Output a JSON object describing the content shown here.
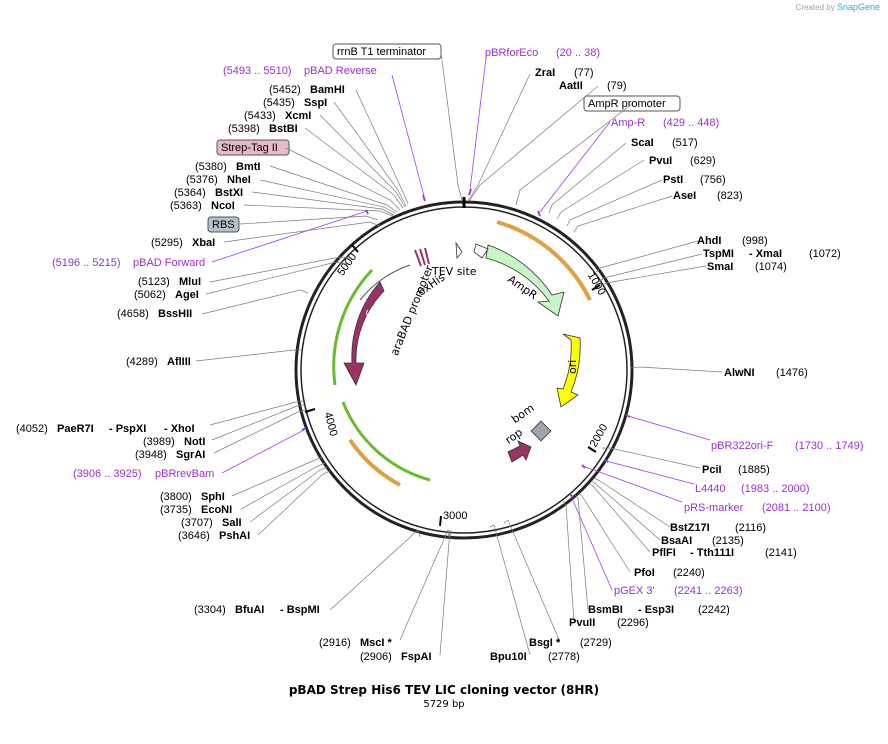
{
  "credit": {
    "prefix": "Created by",
    "brand": "SnapGene"
  },
  "map": {
    "name": "pBAD Strep His6 TEV LIC cloning vector (8HR)",
    "length": "5729 bp"
  },
  "ticks": [
    "1000",
    "2000",
    "3000",
    "4000",
    "5000"
  ],
  "boxed_features": [
    {
      "label": "rrnB T1 terminator",
      "style": "white"
    },
    {
      "label": "AmpR promoter",
      "style": "white"
    },
    {
      "label": "Strep-Tag II",
      "style": "pink"
    },
    {
      "label": "RBS",
      "style": "gray"
    }
  ],
  "primers": [
    {
      "name": "pBRforEco",
      "range": "(20 .. 38)"
    },
    {
      "name": "Amp-R",
      "range": "(429 .. 448)"
    },
    {
      "name": "pBAD Reverse",
      "range": "(5493 .. 5510)"
    },
    {
      "name": "pBAD Forward",
      "range": "(5196 .. 5215)"
    },
    {
      "name": "pBRrevBam",
      "range": "(3906 .. 3925)"
    },
    {
      "name": "pBR322ori-F",
      "range": "(1730 .. 1749)"
    },
    {
      "name": "L4440",
      "range": "(1983 .. 2000)"
    },
    {
      "name": "pRS-marker",
      "range": "(2081 .. 2100)"
    },
    {
      "name": "pGEX 3'",
      "range": "(2241 .. 2263)"
    }
  ],
  "enzymes_right": [
    {
      "name": "ZraI",
      "pos": "(77)"
    },
    {
      "name": "AatII",
      "pos": "(79)"
    },
    {
      "name": "ScaI",
      "pos": "(517)"
    },
    {
      "name": "PvuI",
      "pos": "(629)"
    },
    {
      "name": "PstI",
      "pos": "(756)"
    },
    {
      "name": "AseI",
      "pos": "(823)"
    },
    {
      "name": "AhdI",
      "pos": "(998)"
    },
    {
      "name": "TspMI",
      "alt": "- XmaI",
      "pos": "(1072)"
    },
    {
      "name": "SmaI",
      "pos": "(1074)"
    },
    {
      "name": "AlwNI",
      "pos": "(1476)"
    },
    {
      "name": "PciI",
      "pos": "(1885)"
    },
    {
      "name": "BstZ17I",
      "pos": "(2116)"
    },
    {
      "name": "BsaAI",
      "pos": "(2135)"
    },
    {
      "name": "PflFI",
      "alt": "- Tth111I",
      "pos": "(2141)"
    },
    {
      "name": "PfoI",
      "pos": "(2240)"
    },
    {
      "name": "BsmBI",
      "alt": "- Esp3I",
      "pos": "(2242)"
    },
    {
      "name": "PvuII",
      "pos": "(2296)"
    },
    {
      "name": "BsgI *",
      "pos": "(2729)"
    },
    {
      "name": "Bpu10I",
      "pos": "(2778)"
    }
  ],
  "enzymes_left": [
    {
      "name": "BamHI",
      "pos": "(5452)"
    },
    {
      "name": "SspI",
      "pos": "(5435)"
    },
    {
      "name": "XcmI",
      "pos": "(5433)"
    },
    {
      "name": "BstBI",
      "pos": "(5398)"
    },
    {
      "name": "BmtI",
      "pos": "(5380)"
    },
    {
      "name": "NheI",
      "pos": "(5376)"
    },
    {
      "name": "BstXI",
      "pos": "(5364)"
    },
    {
      "name": "NcoI",
      "pos": "(5363)"
    },
    {
      "name": "XbaI",
      "pos": "(5295)"
    },
    {
      "name": "MluI",
      "pos": "(5123)"
    },
    {
      "name": "AgeI",
      "pos": "(5062)"
    },
    {
      "name": "BssHII",
      "pos": "(4658)"
    },
    {
      "name": "AflIII",
      "pos": "(4289)"
    },
    {
      "name": "PaeR7I",
      "alt1": "- PspXI",
      "alt2": "- XhoI",
      "pos": "(4052)"
    },
    {
      "name": "NotI",
      "pos": "(3989)"
    },
    {
      "name": "SgrAI",
      "pos": "(3948)"
    },
    {
      "name": "SphI",
      "pos": "(3800)"
    },
    {
      "name": "EcoNI",
      "pos": "(3735)"
    },
    {
      "name": "SalI",
      "pos": "(3707)"
    },
    {
      "name": "PshAI",
      "pos": "(3646)"
    },
    {
      "name": "BfuAI",
      "alt": "- BspMI",
      "pos": "(3304)"
    },
    {
      "name": "MscI *",
      "pos": "(2916)"
    },
    {
      "name": "FspAI",
      "pos": "(2906)"
    }
  ],
  "features": {
    "tev": "TEV site",
    "his": "6xHis",
    "ampr": "AmpR",
    "ori": "ori",
    "arac": "araC",
    "arabad": "araBAD promoter",
    "bom": "bom",
    "rop": "rop"
  },
  "colors": {
    "primer": "#9a2fd6",
    "ampr": "#c8f5c8",
    "ori": "#ffff00",
    "arac": "#993366",
    "orf": "#e0a040",
    "orf_alt": "#66bb33"
  }
}
